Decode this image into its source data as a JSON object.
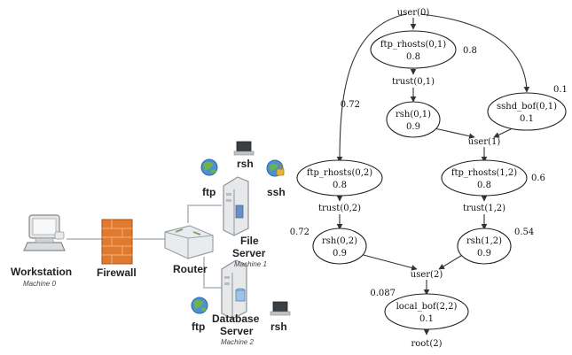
{
  "network": {
    "workstation": {
      "name": "Workstation",
      "machine": "Machine 0"
    },
    "firewall": {
      "name": "Firewall"
    },
    "router": {
      "name": "Router"
    },
    "file_server": {
      "name_line1": "File",
      "name_line2": "Server",
      "machine": "Machine 1",
      "services": [
        "ftp",
        "rsh",
        "ssh"
      ]
    },
    "db_server": {
      "name_line1": "Database",
      "name_line2": "Server",
      "machine": "Machine 2",
      "services": [
        "ftp",
        "rsh"
      ]
    }
  },
  "graph": {
    "nodes": {
      "user0": {
        "label": "user(0)"
      },
      "ftp01": {
        "label": "ftp_rhosts(0,1)",
        "value": "0.8",
        "side": "0.8"
      },
      "trust01": {
        "label": "trust(0,1)"
      },
      "rsh01": {
        "label": "rsh(0,1)",
        "value": "0.9",
        "side": "0.72"
      },
      "sshd01": {
        "label": "sshd_bof(0,1)",
        "value": "0.1",
        "side": "0.1"
      },
      "user1": {
        "label": "user(1)"
      },
      "ftp02": {
        "label": "ftp_rhosts(0,2)",
        "value": "0.8"
      },
      "ftp12": {
        "label": "ftp_rhosts(1,2)",
        "value": "0.8",
        "side": "0.6"
      },
      "trust02": {
        "label": "trust(0,2)"
      },
      "trust12": {
        "label": "trust(1,2)"
      },
      "rsh02": {
        "label": "rsh(0,2)",
        "value": "0.9",
        "side": "0.72"
      },
      "rsh12": {
        "label": "rsh(1,2)",
        "value": "0.9",
        "side": "0.54"
      },
      "user2": {
        "label": "user(2)"
      },
      "local22": {
        "label": "local_bof(2,2)",
        "value": "0.1",
        "side": "0.087"
      },
      "root2": {
        "label": "root(2)"
      }
    }
  },
  "colors": {
    "firewall": "#e07a2e",
    "edge": "#333333",
    "node_stroke": "#222222"
  }
}
